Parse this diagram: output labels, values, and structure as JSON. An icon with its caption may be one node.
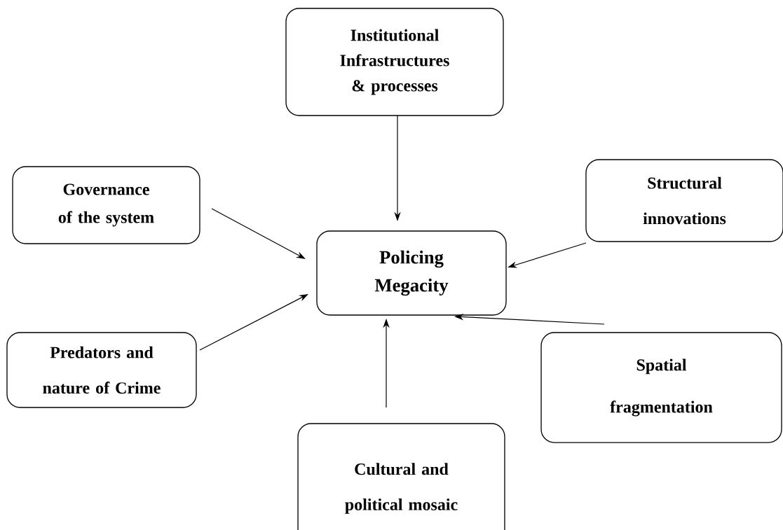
{
  "diagram": {
    "nodes": [
      {
        "text": [
          "Policing Megacity"
        ]
      },
      {
        "text": [
          "Institutional Infrastructures & processes"
        ]
      },
      {
        "text": [
          "Governance of the system"
        ]
      },
      {
        "text": [
          "Structural innovations"
        ]
      },
      {
        "text": [
          "Predators and nature of Crime"
        ]
      },
      {
        "text": [
          "Spatial fragmentation"
        ]
      },
      {
        "text": [
          "Cultural and political mosaic"
        ]
      }
    ],
    "edges": [
      {
        "from": 1,
        "to": 0,
        "arrow": "to"
      },
      {
        "from": 2,
        "to": 0,
        "arrow": "to"
      },
      {
        "from": 3,
        "to": 0,
        "arrow": "to"
      },
      {
        "from": 4,
        "to": 0,
        "arrow": "to"
      },
      {
        "from": 5,
        "to": 0,
        "arrow": "to"
      },
      {
        "from": 6,
        "to": 0,
        "arrow": "to"
      }
    ]
  }
}
